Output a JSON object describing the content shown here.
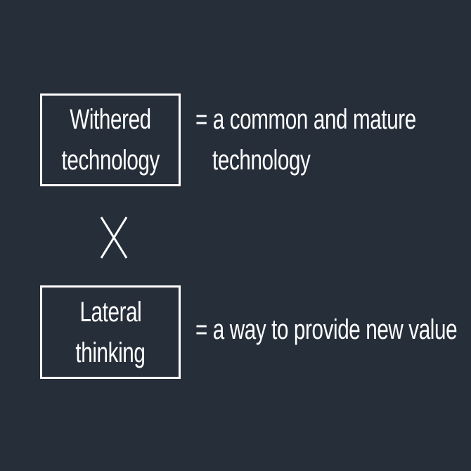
{
  "terms": [
    {
      "label_lines": [
        "Withered",
        "technology"
      ],
      "definition_lines": [
        "= a common and mature",
        "technology"
      ]
    },
    {
      "label_lines": [
        "Lateral",
        "thinking"
      ],
      "definition_lines": [
        "= a way to provide new value"
      ]
    }
  ],
  "operator": "multiply",
  "colors": {
    "background": "#252e39",
    "foreground": "#ffffff"
  }
}
